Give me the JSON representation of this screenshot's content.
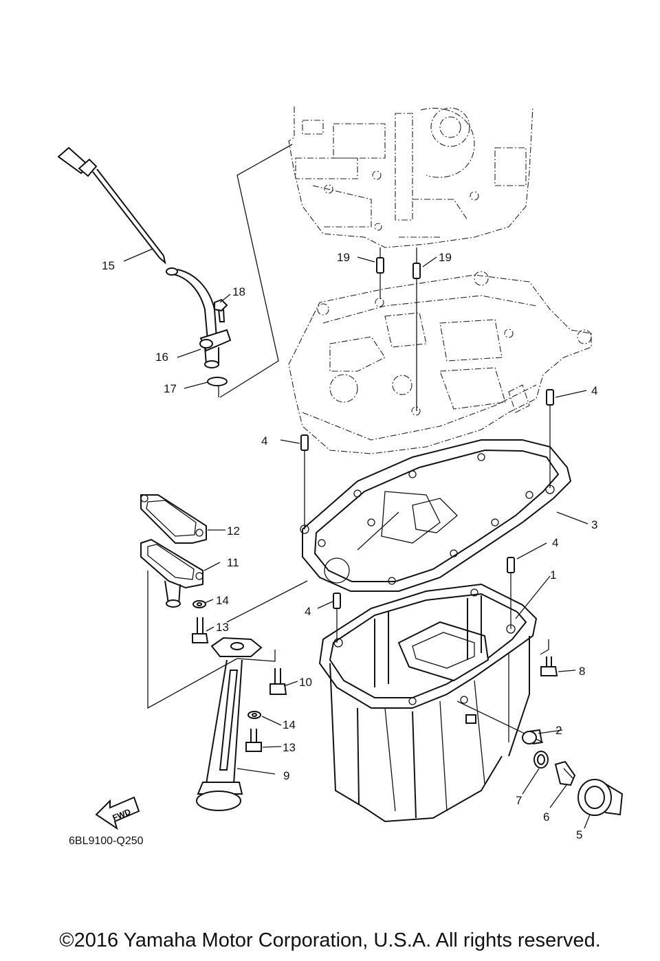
{
  "diagram": {
    "drawing_id": "6BL9100-Q250",
    "fwd_label": "FWD",
    "copyright": "©2016 Yamaha Motor Corporation, U.S.A. All rights reserved.",
    "callouts": [
      {
        "id": "c1",
        "label": "1"
      },
      {
        "id": "c2",
        "label": "2"
      },
      {
        "id": "c3",
        "label": "3"
      },
      {
        "id": "c4a",
        "label": "4"
      },
      {
        "id": "c4b",
        "label": "4"
      },
      {
        "id": "c4c",
        "label": "4"
      },
      {
        "id": "c4d",
        "label": "4"
      },
      {
        "id": "c5",
        "label": "5"
      },
      {
        "id": "c6",
        "label": "6"
      },
      {
        "id": "c7",
        "label": "7"
      },
      {
        "id": "c8",
        "label": "8"
      },
      {
        "id": "c9",
        "label": "9"
      },
      {
        "id": "c10",
        "label": "10"
      },
      {
        "id": "c11",
        "label": "11"
      },
      {
        "id": "c12",
        "label": "12"
      },
      {
        "id": "c13a",
        "label": "13"
      },
      {
        "id": "c13b",
        "label": "13"
      },
      {
        "id": "c14a",
        "label": "14"
      },
      {
        "id": "c14b",
        "label": "14"
      },
      {
        "id": "c15",
        "label": "15"
      },
      {
        "id": "c16",
        "label": "16"
      },
      {
        "id": "c17",
        "label": "17"
      },
      {
        "id": "c18",
        "label": "18"
      },
      {
        "id": "c19a",
        "label": "19"
      },
      {
        "id": "c19b",
        "label": "19"
      }
    ]
  }
}
